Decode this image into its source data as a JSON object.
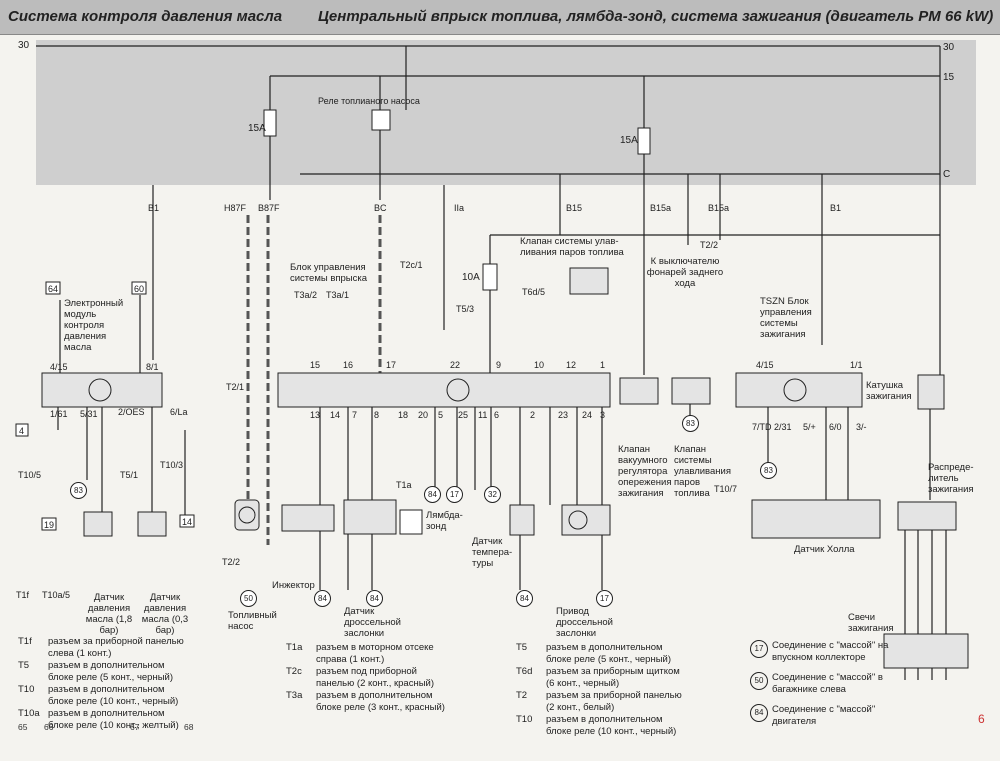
{
  "header": {
    "left_title": "Система контроля давления масла",
    "right_title": "Центральный впрыск топлива, лямбда-зонд, система зажигания (двигатель   PM 66 kW)"
  },
  "rails": {
    "r30_left": "30",
    "r30_right": "30",
    "r15": "15",
    "rC": "C"
  },
  "fuses": {
    "f1": "15A",
    "f2": "15A",
    "f3": "10A"
  },
  "relay_label": "Реле топлианого насоса",
  "wire_tags": {
    "b1a": "B1",
    "h87f": "H87F",
    "b87f": "B87F",
    "bc": "BC",
    "iia": "IIa",
    "b15": "B15",
    "b15a1": "B15a",
    "b15a2": "B15a",
    "b1b": "B1"
  },
  "components": {
    "oil_module": "Электронный модуль контроля давления масла",
    "inj_block": "Блок управления системы впрыска",
    "tszn": "TSZN Блок управления системы зажигания",
    "coil": "Катушка зажигания",
    "distributor": "Распреде-литель зажигания",
    "hall": "Датчик Холла",
    "plugs": "Свечи зажигания",
    "fuel_pump": "Топливный насос",
    "injector": "Инжектор",
    "lambda": "Лямбда-зонд",
    "throttle_sensor": "Датчик дроссельной заслонки",
    "temp_sensor": "Датчик темпера-туры",
    "throttle_drive": "Привод дроссельной заслонки",
    "vac_valve": "Клапан вакуумного регулятора опережения зажигания",
    "evap_valve1": "Клапан системы улав-ливания паров топлива",
    "evap_valve2": "Клапан системы улавливания паров топлива",
    "reverse_switch": "К выключателю фонарей заднего хода",
    "oil_sensor1": "Датчик давления масла (1,8 бар)",
    "oil_sensor2": "Датчик давления масла (0,3 бар)"
  },
  "pins": {
    "p415a": "4/15",
    "p81": "8/1",
    "p161": "1/61",
    "p531": "5/31",
    "p2oes": "2/OES",
    "p6la": "6/La",
    "p15": "15",
    "p16": "16",
    "p17": "17",
    "p22": "22",
    "p9": "9",
    "p10": "10",
    "p12": "12",
    "p1": "1",
    "p13": "13",
    "p14": "14",
    "p7": "7",
    "p8": "8",
    "p18": "18",
    "p20": "20",
    "p5": "5",
    "p25": "25",
    "p11": "11",
    "p6": "6",
    "p2": "2",
    "p23": "23",
    "p24": "24",
    "p3": "3",
    "p415b": "4/15",
    "p11b": "1/1",
    "p7td": "7/TD",
    "p231": "2/31",
    "p5p": "5/+",
    "p60": "6/0",
    "p3m": "3/-"
  },
  "connectors": {
    "t3a2": "T3a/2",
    "t3a1": "T3a/1",
    "t2c1": "T2c/1",
    "t53": "T5/3",
    "t6d5": "T6d/5",
    "t21": "T2/1",
    "t22": "T2/2",
    "t1a": "T1a",
    "t105": "T10/5",
    "t103": "T10/3",
    "t51": "T5/1",
    "t107": "T10/7",
    "t22b": "T2/2",
    "t1f": "T1f",
    "t10a5": "T10a/5"
  },
  "terminals": {
    "n64": "64",
    "n60": "60",
    "n4": "4",
    "n19": "19",
    "n14": "14"
  },
  "grounds": {
    "g83a": "83",
    "g83b": "83",
    "g83c": "83",
    "g84a": "84",
    "g84b": "84",
    "g84c": "84",
    "g84d": "84",
    "g84e": "84",
    "g17a": "17",
    "g17b": "17",
    "g32": "32",
    "g50": "50"
  },
  "legend_left": [
    {
      "code": "T1f",
      "text": "разъем за приборной панелью слева (1 конт.)"
    },
    {
      "code": "T5",
      "text": "разъем в дополнительном блоке реле (5 конт., черный)"
    },
    {
      "code": "T10",
      "text": "разъем в дополнительном блоке реле (10 конт., черный)"
    },
    {
      "code": "T10a",
      "text": "разъем в дополнительном блоке реле (10 конт., желтый)"
    }
  ],
  "legend_mid": [
    {
      "code": "T1a",
      "text": "разъем в моторном отсеке справа (1 конт.)"
    },
    {
      "code": "T2c",
      "text": "разъем под приборной панелью (2 конт., красный)"
    },
    {
      "code": "T3a",
      "text": "разъем в дополнительном блоке реле (3 конт., красный)"
    }
  ],
  "legend_right": [
    {
      "code": "T5",
      "text": "разъем в дополнительном блоке реле (5 конт., черный)"
    },
    {
      "code": "T6d",
      "text": "разъем за приборным щитком (6 конт., черный)"
    },
    {
      "code": "T2",
      "text": "разъем за приборной панелью (2 конт., белый)"
    },
    {
      "code": "T10",
      "text": "разъем в дополнительном блоке реле (10 конт., черный)"
    }
  ],
  "ground_legend": [
    {
      "num": "17",
      "text": "Соединение с \"массой\" на впускном коллекторе"
    },
    {
      "num": "50",
      "text": "Соединение с \"массой\" в багажнике слева"
    },
    {
      "num": "84",
      "text": "Соединение с \"массой\" двигателя"
    }
  ],
  "page_numbers": {
    "n65": "65",
    "n66": "66",
    "n67": "67",
    "n68": "68"
  },
  "page_mark": "6"
}
